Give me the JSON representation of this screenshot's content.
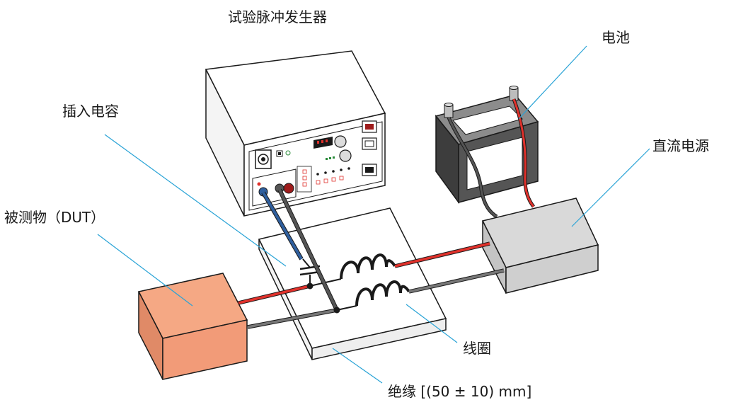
{
  "labels": {
    "generator": "试验脉冲发生器",
    "battery": "电池",
    "capacitor": "插入电容",
    "dc_supply": "直流电源",
    "dut": "被测物（DUT）",
    "coil": "线圈",
    "insulation": "绝缘 [(50 ± 10) mm]"
  },
  "colors": {
    "outline": "#1a1a1a",
    "leader": "#29a3d6",
    "dut_fill": "#f29b78",
    "dut_side": "#e08a67",
    "supply_fill": "#d4d4d4",
    "battery_fill": "#4a4a4a",
    "red_wire": "#e0312b",
    "blue_probe": "#2f5f9e",
    "dark_wire": "#4d4d4d"
  }
}
